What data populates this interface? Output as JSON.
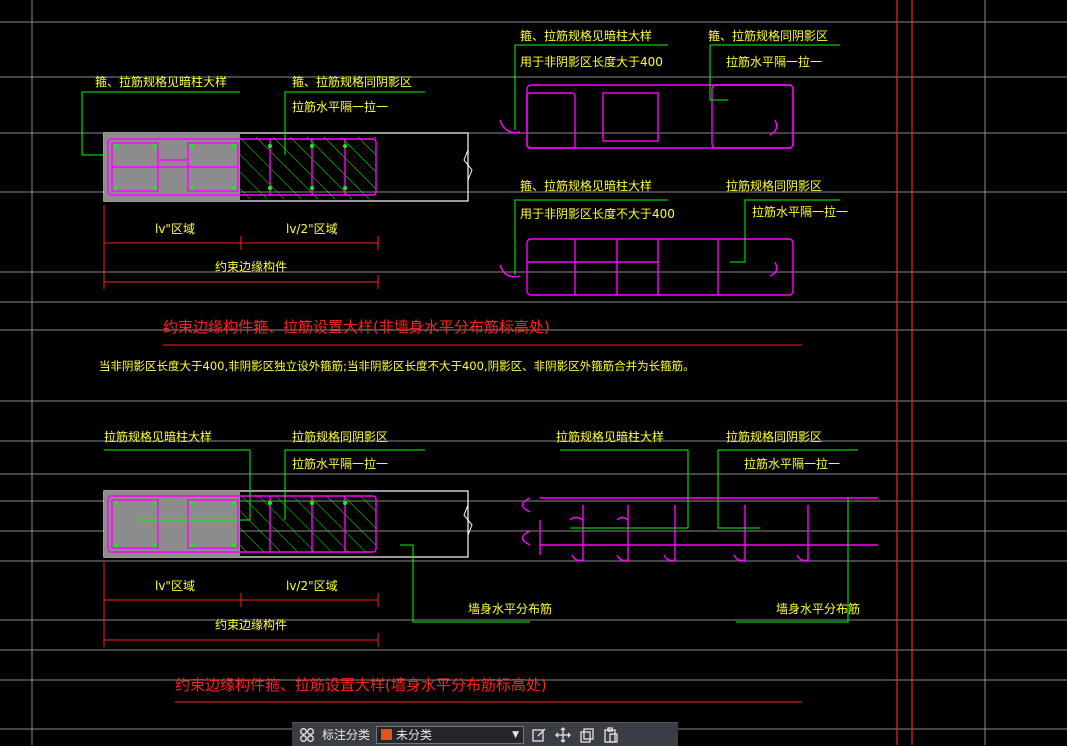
{
  "colors": {
    "background": "#000000",
    "grid": "#8a8a8a",
    "frame": "#ff2020",
    "text_yellow": "#ffff33",
    "text_white": "#ffffff",
    "leader": "#00ff00",
    "rebar": "#ff00ff",
    "concrete": "#8c8c8c"
  },
  "diagram1": {
    "label_left": "箍、拉筋规格见暗柱大样",
    "label_mid": "箍、拉筋规格同阴影区",
    "label_mid_sub": "拉筋水平隔一拉一",
    "dim_lv": "lv\"区域",
    "dim_lv2": "lv/2\"区域",
    "dim_total": "约束边缘构件",
    "right_top_label1": "箍、拉筋规格见暗柱大样",
    "right_top_label1_sub": "用于非阴影区长度大于400",
    "right_top_label2": "箍、拉筋规格同阴影区",
    "right_top_label2_sub": "拉筋水平隔一拉一",
    "right_bot_label1": "箍、拉筋规格见暗柱大样",
    "right_bot_label1_sub": "用于非阴影区长度不大于400",
    "right_bot_label2": "拉筋规格同阴影区",
    "right_bot_label2_sub": "拉筋水平隔一拉一",
    "title": "约束边缘构件箍、拉筋设置大样(非墙身水平分布筋标高处)",
    "note": "当非阴影区长度大于400,非阴影区独立设外箍筋;当非阴影区长度不大于400,阴影区、非阴影区外箍筋合并为长箍筋。"
  },
  "diagram2": {
    "label_left": "拉筋规格见暗柱大样",
    "label_mid": "拉筋规格同阴影区",
    "label_mid_sub": "拉筋水平隔一拉一",
    "dim_lv": "lv\"区域",
    "dim_lv2": "lv/2\"区域",
    "dim_total": "约束边缘构件",
    "right_label1": "拉筋规格见暗柱大样",
    "right_label2": "拉筋规格同阴影区",
    "right_label2_sub": "拉筋水平隔一拉一",
    "wall_rebar_left": "墙身水平分布筋",
    "wall_rebar_right": "墙身水平分布筋",
    "title": "约束边缘构件箍、拉筋设置大样(墙身水平分布筋标高处)"
  },
  "toolbar": {
    "grid_icon": "grid-icon",
    "label": "标注分类",
    "selected": "未分类",
    "swatch": "#e0541e",
    "icons": [
      "edit-icon",
      "move-icon",
      "copy-icon",
      "paste-icon"
    ]
  }
}
